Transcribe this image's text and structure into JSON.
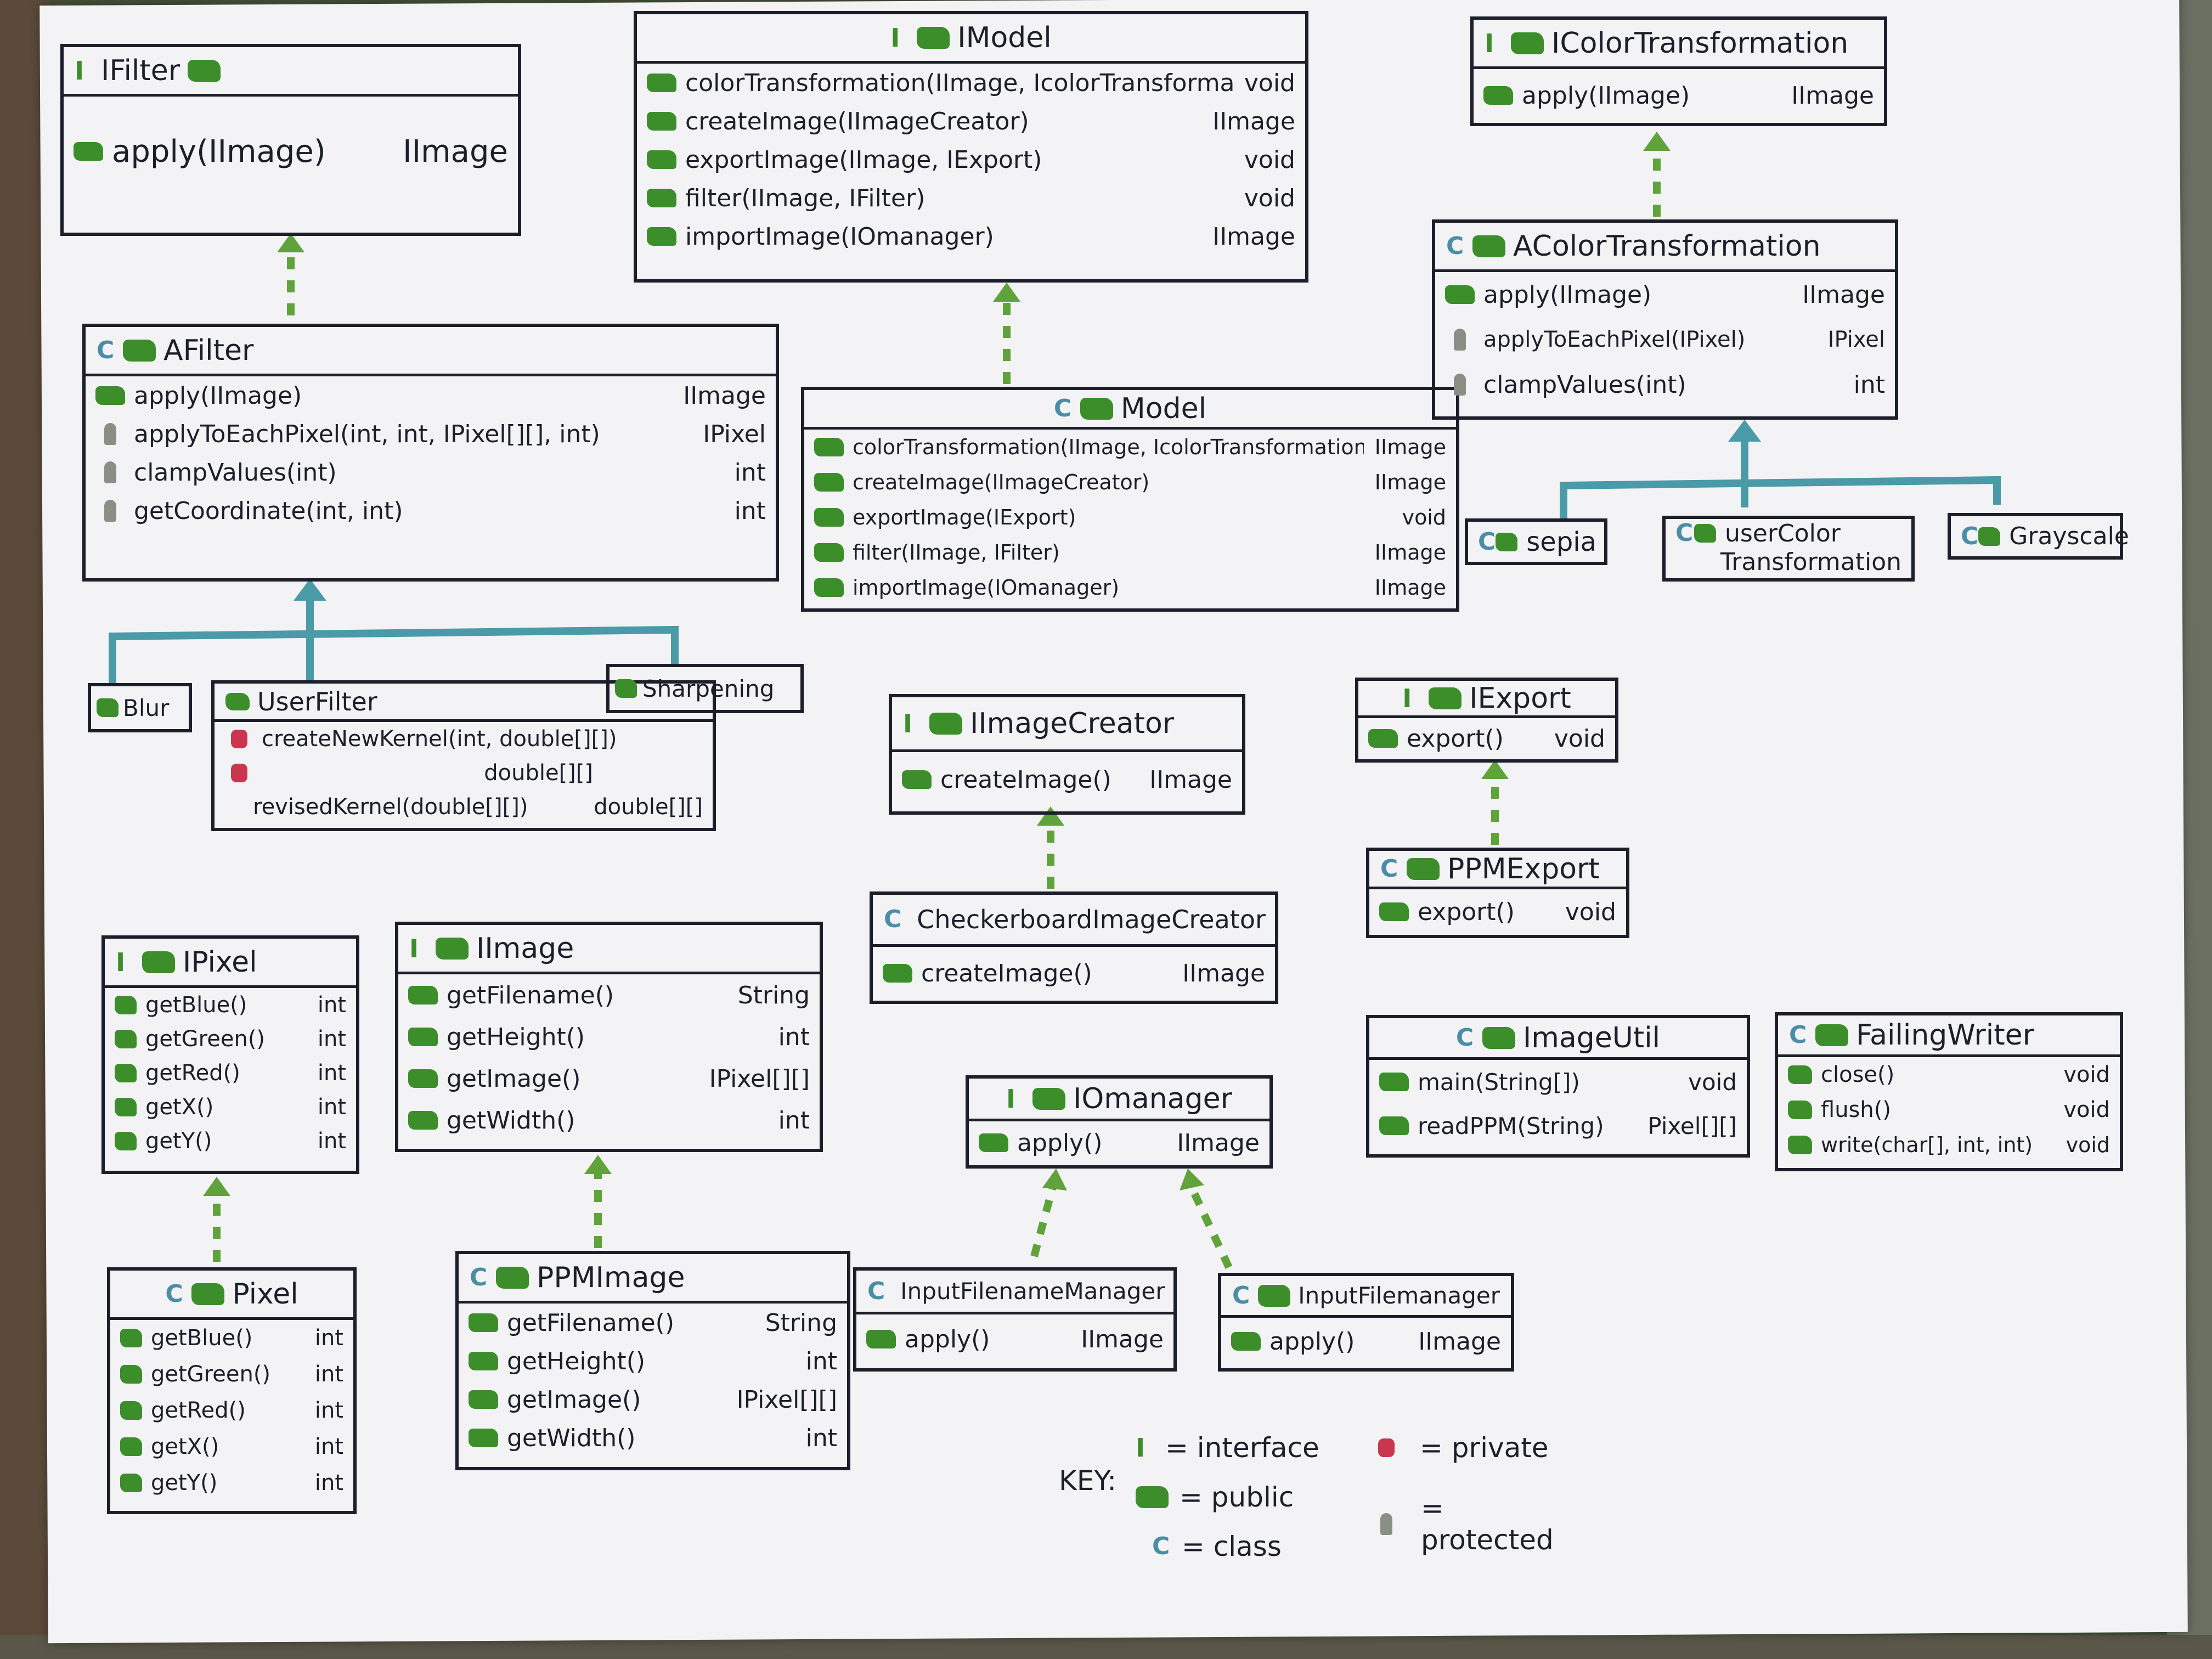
{
  "colors": {
    "public": "#3c8e2a",
    "class_icon": "#4a8ea6",
    "private": "#c9364e",
    "protected": "#8a8f86",
    "ink": "#1c1f2a",
    "arrow_green": "#5fa33a",
    "arrow_blue": "#4a9aa8"
  },
  "boxes": {
    "ifilter": {
      "kind": "interface",
      "name": "IFilter",
      "methods": [
        {
          "vis": "public",
          "sig": "apply(IImage)",
          "ret": "IImage"
        }
      ]
    },
    "imodel": {
      "kind": "interface",
      "name": "IModel",
      "methods": [
        {
          "vis": "public",
          "sig": "colorTransformation(IImage, IcolorTransformation)",
          "ret": "void"
        },
        {
          "vis": "public",
          "sig": "createImage(IImageCreator)",
          "ret": "IImage"
        },
        {
          "vis": "public",
          "sig": "exportImage(IImage, IExport)",
          "ret": "void"
        },
        {
          "vis": "public",
          "sig": "filter(IImage, IFilter)",
          "ret": "void"
        },
        {
          "vis": "public",
          "sig": "importImage(IOmanager)",
          "ret": "IImage"
        }
      ]
    },
    "icolortrans": {
      "kind": "interface",
      "name": "IColorTransformation",
      "methods": [
        {
          "vis": "public",
          "sig": "apply(IImage)",
          "ret": "IImage"
        }
      ]
    },
    "afilter": {
      "kind": "class",
      "name": "AFilter",
      "methods": [
        {
          "vis": "public",
          "sig": "apply(IImage)",
          "ret": "IImage"
        },
        {
          "vis": "protected",
          "sig": "applyToEachPixel(int, int, IPixel[][], int)",
          "ret": "IPixel"
        },
        {
          "vis": "protected",
          "sig": "clampValues(int)",
          "ret": "int"
        },
        {
          "vis": "protected",
          "sig": "getCoordinate(int, int)",
          "ret": "int"
        }
      ]
    },
    "model": {
      "kind": "class",
      "name": "Model",
      "methods": [
        {
          "vis": "public",
          "sig": "colorTransformation(IImage, IcolorTransformation)",
          "ret": "IImage"
        },
        {
          "vis": "public",
          "sig": "createImage(IImageCreator)",
          "ret": "IImage"
        },
        {
          "vis": "public",
          "sig": "exportImage(IExport)",
          "ret": "void"
        },
        {
          "vis": "public",
          "sig": "filter(IImage, IFilter)",
          "ret": "IImage"
        },
        {
          "vis": "public",
          "sig": "importImage(IOmanager)",
          "ret": "IImage"
        }
      ]
    },
    "acolortrans": {
      "kind": "class",
      "name": "AColorTransformation",
      "methods": [
        {
          "vis": "public",
          "sig": "apply(IImage)",
          "ret": "IImage"
        },
        {
          "vis": "protected",
          "sig": "applyToEachPixel(IPixel)",
          "ret": "IPixel"
        },
        {
          "vis": "protected",
          "sig": "clampValues(int)",
          "ret": "int"
        }
      ]
    },
    "sepia": {
      "kind": "class",
      "name": "sepia"
    },
    "usercolor": {
      "kind": "class",
      "name": "userColor",
      "name2": "Transformation"
    },
    "grayscale": {
      "kind": "class",
      "name": "Grayscale"
    },
    "blur": {
      "kind": "class",
      "name": "Blur"
    },
    "userfilter": {
      "kind": "class",
      "name": "UserFilter",
      "methods": [
        {
          "vis": "private",
          "sig": "createNewKernel(int, double[][])",
          "ret": ""
        },
        {
          "vis": "private",
          "sig": "",
          "ret": "double[][]"
        },
        {
          "vis": "none",
          "sig": "revisedKernel(double[][])",
          "ret": "double[][]"
        }
      ]
    },
    "sharpening": {
      "kind": "class",
      "name": "Sharpening"
    },
    "iimagecreator": {
      "kind": "interface",
      "name": "IImageCreator",
      "methods": [
        {
          "vis": "public",
          "sig": "createImage()",
          "ret": "IImage"
        }
      ]
    },
    "iexport": {
      "kind": "interface",
      "name": "IExport",
      "methods": [
        {
          "vis": "public",
          "sig": "export()",
          "ret": "void"
        }
      ]
    },
    "checkerboard": {
      "kind": "class",
      "name": "CheckerboardImageCreator",
      "methods": [
        {
          "vis": "public",
          "sig": "createImage()",
          "ret": "IImage"
        }
      ]
    },
    "ppmexport": {
      "kind": "class",
      "name": "PPMExport",
      "methods": [
        {
          "vis": "public",
          "sig": "export()",
          "ret": "void"
        }
      ]
    },
    "ipixel": {
      "kind": "interface",
      "name": "IPixel",
      "methods": [
        {
          "vis": "public",
          "sig": "getBlue()",
          "ret": "int"
        },
        {
          "vis": "public",
          "sig": "getGreen()",
          "ret": "int"
        },
        {
          "vis": "public",
          "sig": "getRed()",
          "ret": "int"
        },
        {
          "vis": "public",
          "sig": "getX()",
          "ret": "int"
        },
        {
          "vis": "public",
          "sig": "getY()",
          "ret": "int"
        }
      ]
    },
    "iimage": {
      "kind": "interface",
      "name": "IImage",
      "methods": [
        {
          "vis": "public",
          "sig": "getFilename()",
          "ret": "String"
        },
        {
          "vis": "public",
          "sig": "getHeight()",
          "ret": "int"
        },
        {
          "vis": "public",
          "sig": "getImage()",
          "ret": "IPixel[][]"
        },
        {
          "vis": "public",
          "sig": "getWidth()",
          "ret": "int"
        }
      ]
    },
    "iomanager": {
      "kind": "interface",
      "name": "IOmanager",
      "methods": [
        {
          "vis": "public",
          "sig": "apply()",
          "ret": "IImage"
        }
      ]
    },
    "imageutil": {
      "kind": "class",
      "name": "ImageUtil",
      "methods": [
        {
          "vis": "public",
          "sig": "main(String[])",
          "ret": "void"
        },
        {
          "vis": "public",
          "sig": "readPPM(String)",
          "ret": "Pixel[][]"
        }
      ]
    },
    "failingwriter": {
      "kind": "class",
      "name": "FailingWriter",
      "methods": [
        {
          "vis": "public",
          "sig": "close()",
          "ret": "void"
        },
        {
          "vis": "public",
          "sig": "flush()",
          "ret": "void"
        },
        {
          "vis": "public",
          "sig": "write(char[], int, int)",
          "ret": "void"
        }
      ]
    },
    "pixel": {
      "kind": "class",
      "name": "Pixel",
      "methods": [
        {
          "vis": "public",
          "sig": "getBlue()",
          "ret": "int"
        },
        {
          "vis": "public",
          "sig": "getGreen()",
          "ret": "int"
        },
        {
          "vis": "public",
          "sig": "getRed()",
          "ret": "int"
        },
        {
          "vis": "public",
          "sig": "getX()",
          "ret": "int"
        },
        {
          "vis": "public",
          "sig": "getY()",
          "ret": "int"
        }
      ]
    },
    "ppmimage": {
      "kind": "class",
      "name": "PPMImage",
      "methods": [
        {
          "vis": "public",
          "sig": "getFilename()",
          "ret": "String"
        },
        {
          "vis": "public",
          "sig": "getHeight()",
          "ret": "int"
        },
        {
          "vis": "public",
          "sig": "getImage()",
          "ret": "IPixel[][]"
        },
        {
          "vis": "public",
          "sig": "getWidth()",
          "ret": "int"
        }
      ]
    },
    "inputfilenamemanager": {
      "kind": "class",
      "name": "InputFilenameManager",
      "methods": [
        {
          "vis": "public",
          "sig": "apply()",
          "ret": "IImage"
        }
      ]
    },
    "inputfilemanager": {
      "kind": "class",
      "name": "InputFilemanager",
      "methods": [
        {
          "vis": "public",
          "sig": "apply()",
          "ret": "IImage"
        }
      ]
    }
  },
  "key": {
    "label": "KEY:",
    "interface": "= interface",
    "public": "= public",
    "class": "= class",
    "private": "= private",
    "protected": "= protected"
  }
}
